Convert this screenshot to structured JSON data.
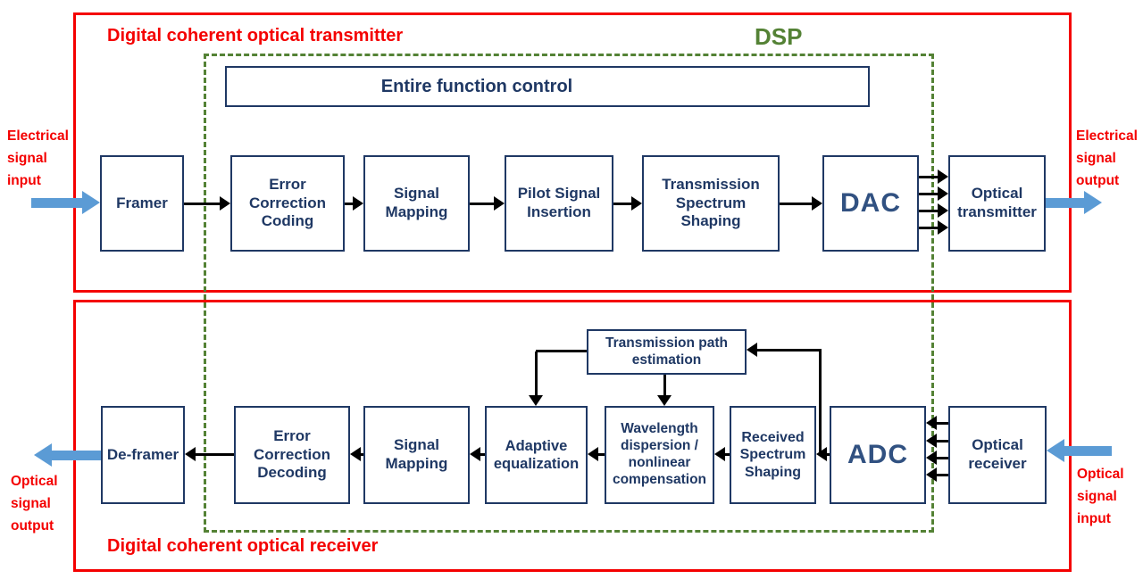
{
  "titles": {
    "transmitter": "Digital coherent optical transmitter",
    "receiver": "Digital coherent optical receiver",
    "dsp": "DSP",
    "entire_function_control": "Entire function control"
  },
  "blocks": {
    "framer": "Framer",
    "error_correction_coding": "Error Correction Coding",
    "signal_mapping_tx": "Signal Mapping",
    "pilot_signal_insertion": "Pilot Signal Insertion",
    "transmission_spectrum_shaping": "Transmission Spectrum Shaping",
    "dac": "DAC",
    "optical_transmitter": "Optical transmitter",
    "transmission_path_estimation": "Transmission path estimation",
    "deframer": "De-framer",
    "error_correction_decoding": "Error Correction Decoding",
    "signal_mapping_rx": "Signal Mapping",
    "adaptive_equalization": "Adaptive equalization",
    "wavelength_dispersion": "Wavelength dispersion / nonlinear compensation",
    "received_spectrum_shaping": "Received Spectrum Shaping",
    "adc": "ADC",
    "optical_receiver": "Optical receiver"
  },
  "io_labels": {
    "electrical_signal_input": "Electrical signal input",
    "electrical_signal_output": "Electrical signal output",
    "optical_signal_output": "Optical signal output",
    "optical_signal_input": "Optical signal input"
  },
  "colors": {
    "section_red": "#f40000",
    "block_navy": "#1f3864",
    "dsp_green": "#548235",
    "signal_arrow_blue": "#5b9bd5",
    "connector_black": "#000000"
  }
}
